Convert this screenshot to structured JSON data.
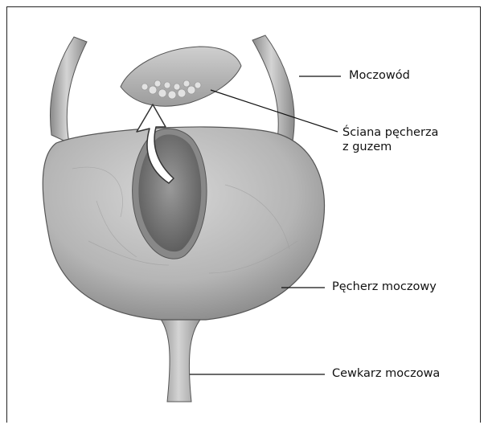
{
  "labels": {
    "ureter": "Moczowód",
    "bladder_wall_line1": "Ściana pęcherza",
    "bladder_wall_line2": "z guzem",
    "bladder": "Pęcherz moczowy",
    "urethra": "Cewkarz moczowa"
  },
  "colors": {
    "organ_light": "#cfcfcf",
    "organ_mid": "#a9a9a9",
    "organ_dark": "#6a6a6a",
    "cavity": "#7b7b7b",
    "line": "#111111"
  }
}
